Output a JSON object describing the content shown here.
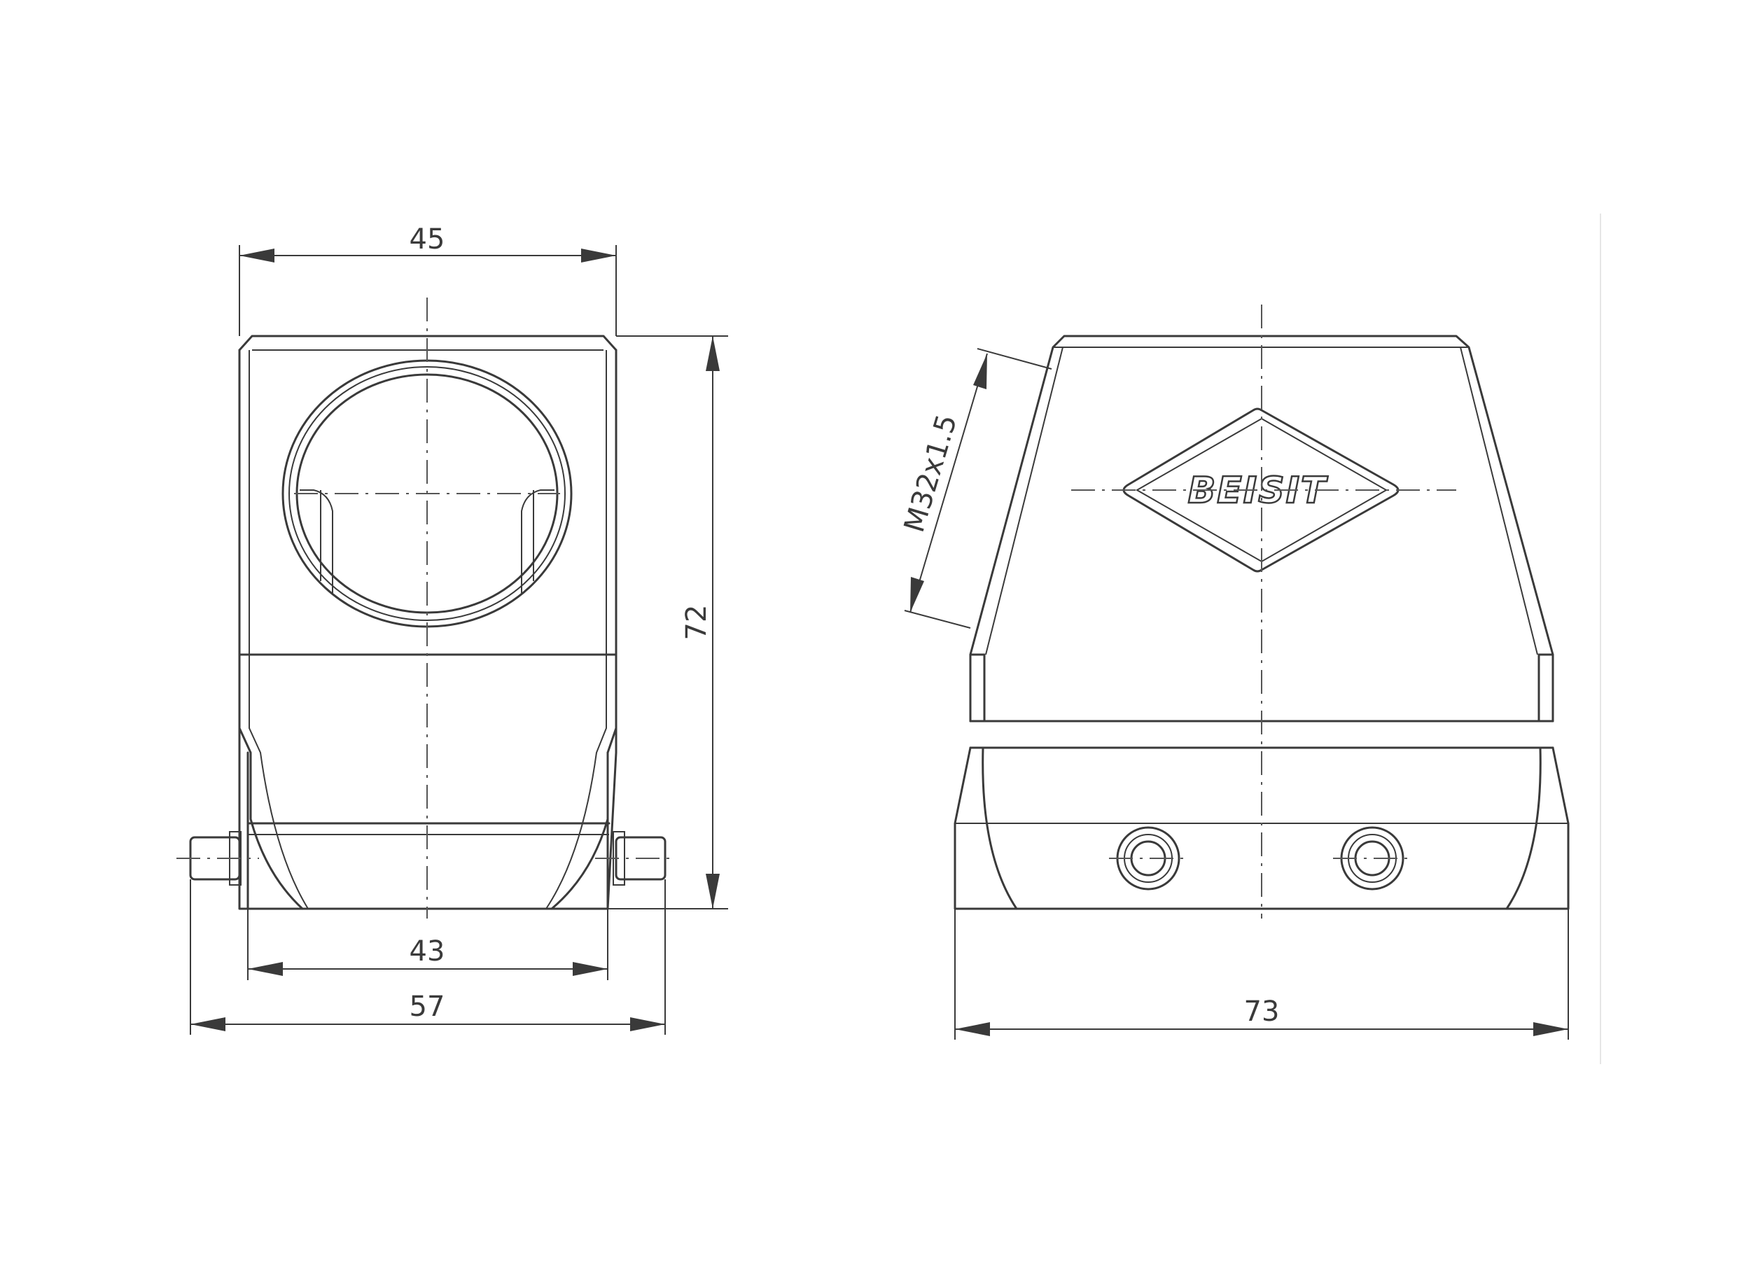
{
  "front_view": {
    "dim_top_width": "45",
    "dim_height": "72",
    "dim_inner_base": "43",
    "dim_overall_base": "57"
  },
  "side_view": {
    "dim_thread": "M32x1.5",
    "dim_base_width": "73",
    "logo_text": "BEISIT"
  },
  "colors": {
    "line": "#3a3a3a",
    "background": "#ffffff"
  }
}
